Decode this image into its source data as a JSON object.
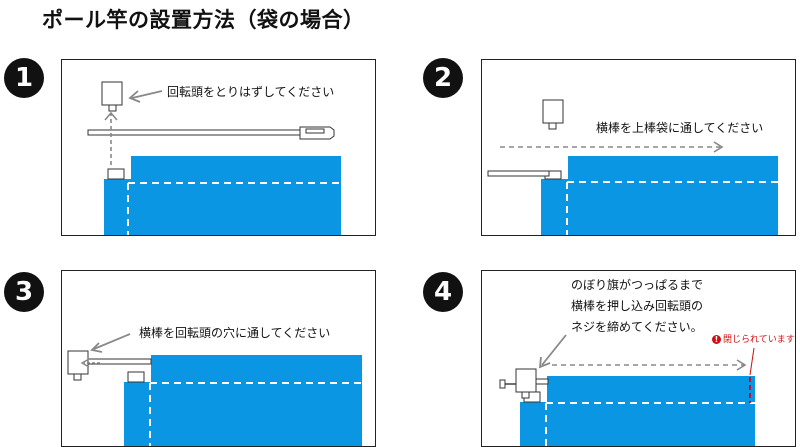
{
  "title": "ポール竿の設置方法（袋の場合）",
  "steps": [
    {
      "number": "1",
      "instruction": "回転頭をとりはずしてください"
    },
    {
      "number": "2",
      "instruction": "横棒を上棒袋に通してください"
    },
    {
      "number": "3",
      "instruction": "横棒を回転頭の穴に通してください"
    },
    {
      "number": "4",
      "instruction": "のぼり旗がつっぱるまで\n横棒を押し込み回転頭の\nネジを締めてください。",
      "note": "閉じられています"
    }
  ],
  "colors": {
    "flag": "#0a96e3",
    "arrow": "#888888",
    "dash_flag": "#ffffff",
    "dash_closed": "#d01010",
    "outline": "#222222"
  }
}
